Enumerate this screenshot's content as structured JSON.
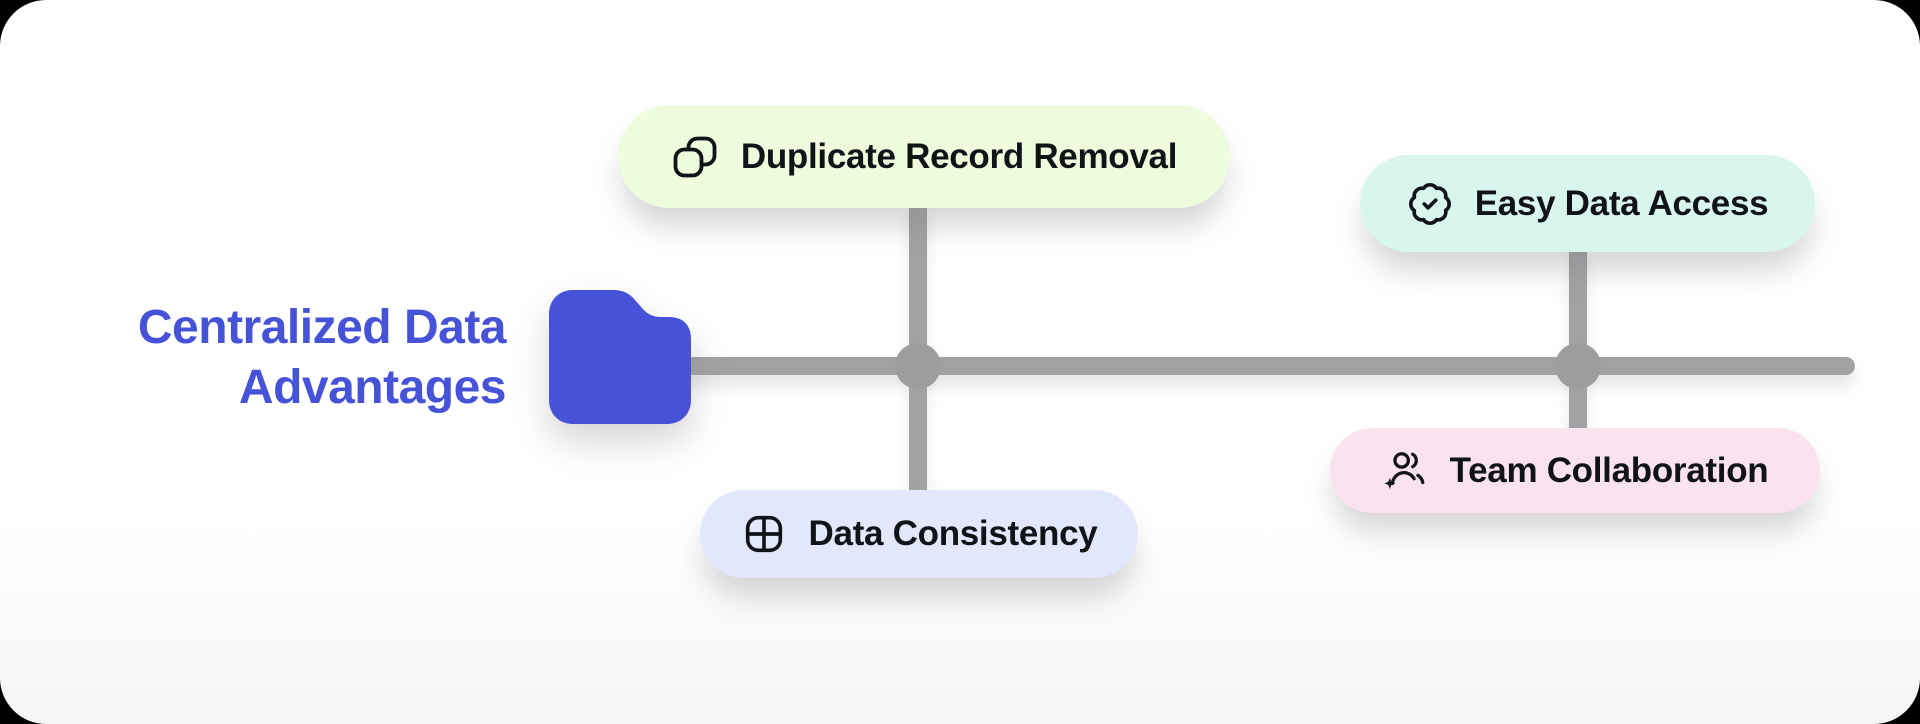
{
  "title": {
    "line1": "Centralized Data",
    "line2": "Advantages"
  },
  "colors": {
    "accent": "#4653d9",
    "connector_line": "#a2a2a4",
    "connector_node": "#9d9d9f",
    "pill_text": "#101317",
    "card_background": "#ffffff",
    "outer_background": "#000000"
  },
  "diagram": {
    "root_icon": "folder-icon",
    "pills": [
      {
        "id": "duplicate-record-removal",
        "label": "Duplicate Record Removal",
        "icon": "copy-icon",
        "bg": "#eefbdc",
        "position": "top-left"
      },
      {
        "id": "easy-data-access",
        "label": "Easy Data Access",
        "icon": "badge-check-icon",
        "bg": "#d9f6ee",
        "position": "top-right"
      },
      {
        "id": "data-consistency",
        "label": "Data Consistency",
        "icon": "grid-icon",
        "bg": "#e2e7fb",
        "position": "bottom-left"
      },
      {
        "id": "team-collaboration",
        "label": "Team Collaboration",
        "icon": "users-sparkle-icon",
        "bg": "#fbe2ef",
        "position": "bottom-right"
      }
    ]
  }
}
